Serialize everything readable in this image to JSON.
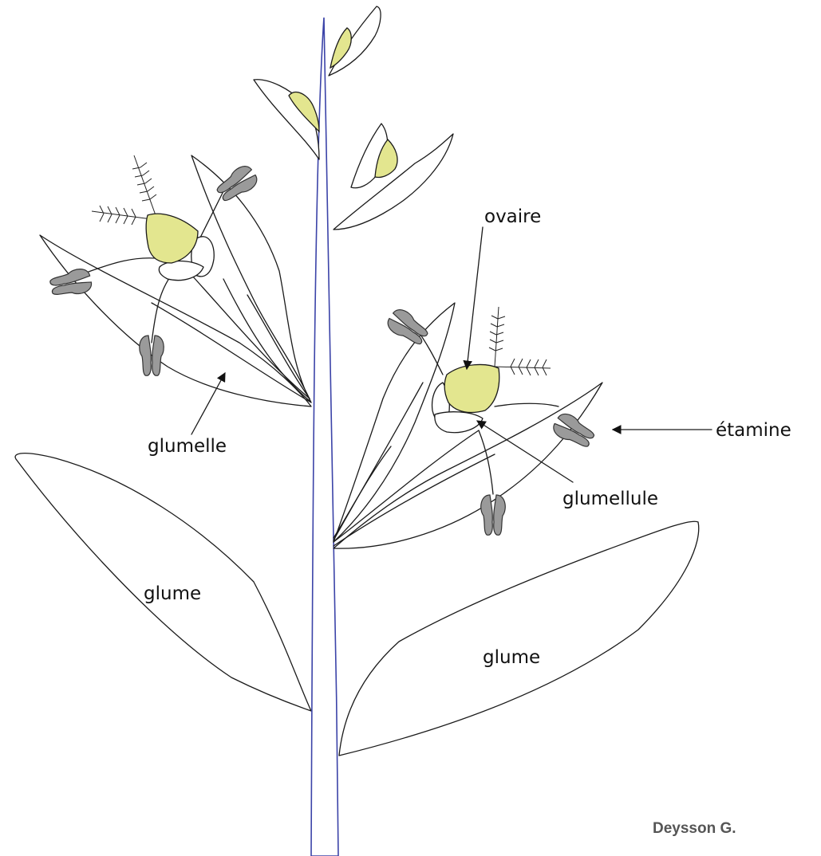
{
  "labels": {
    "ovaire": "ovaire",
    "glumelle": "glumelle",
    "etamine": "étamine",
    "glumellule": "glumellule",
    "glume_left": "glume",
    "glume_right": "glume"
  },
  "credit": "Deysson G.",
  "colors": {
    "stem": "#3b43a8",
    "ovary": "#e3e68f",
    "anther": "#9a9a9a",
    "line": "#1a1a1a"
  }
}
